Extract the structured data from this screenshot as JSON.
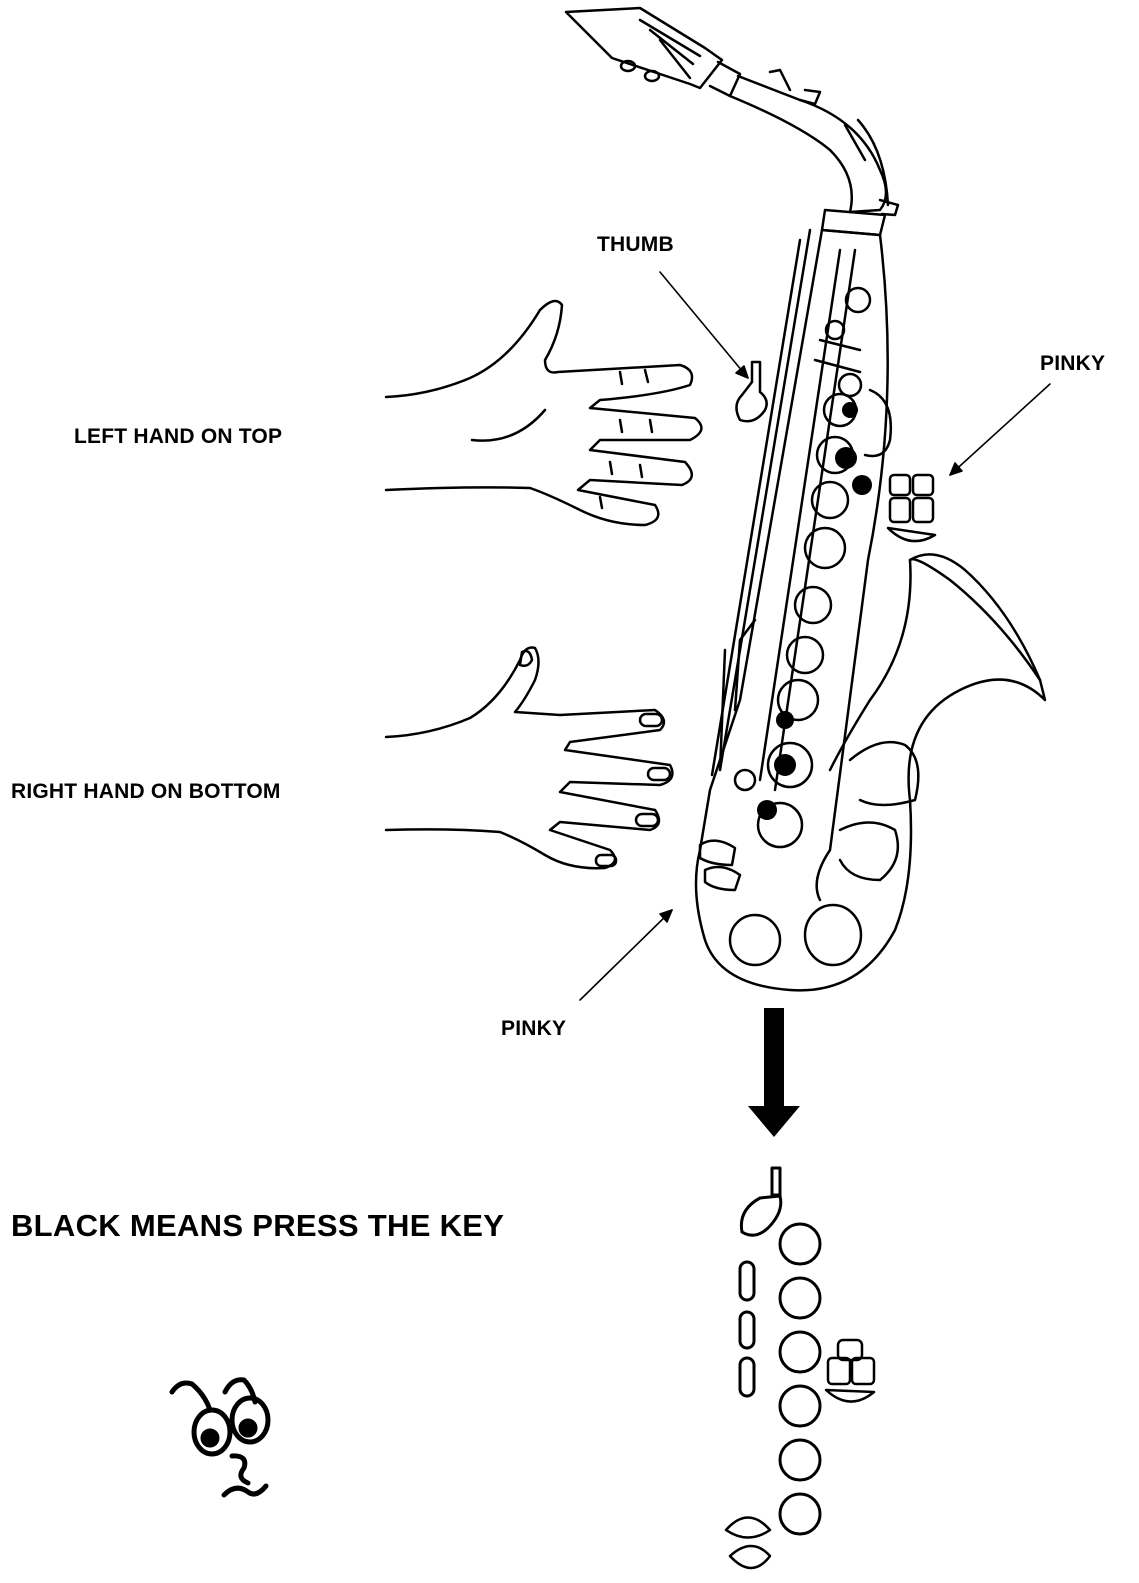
{
  "labels": {
    "thumb": "THUMB",
    "pinky_top": "PINKY",
    "left_hand": "LEFT HAND ON TOP",
    "right_hand": "RIGHT HAND ON BOTTOM",
    "pinky_bottom": "PINKY",
    "legend": "BLACK MEANS PRESS THE KEY"
  },
  "fingering_chart": {
    "left_hand_keys_pressed": [
      false,
      false,
      false
    ],
    "right_hand_keys_pressed": [
      false,
      false,
      false
    ],
    "side_keys_pressed": [
      false,
      false,
      false
    ]
  },
  "colors": {
    "ink": "#000000",
    "paper": "#ffffff",
    "pressed": "#000000"
  }
}
